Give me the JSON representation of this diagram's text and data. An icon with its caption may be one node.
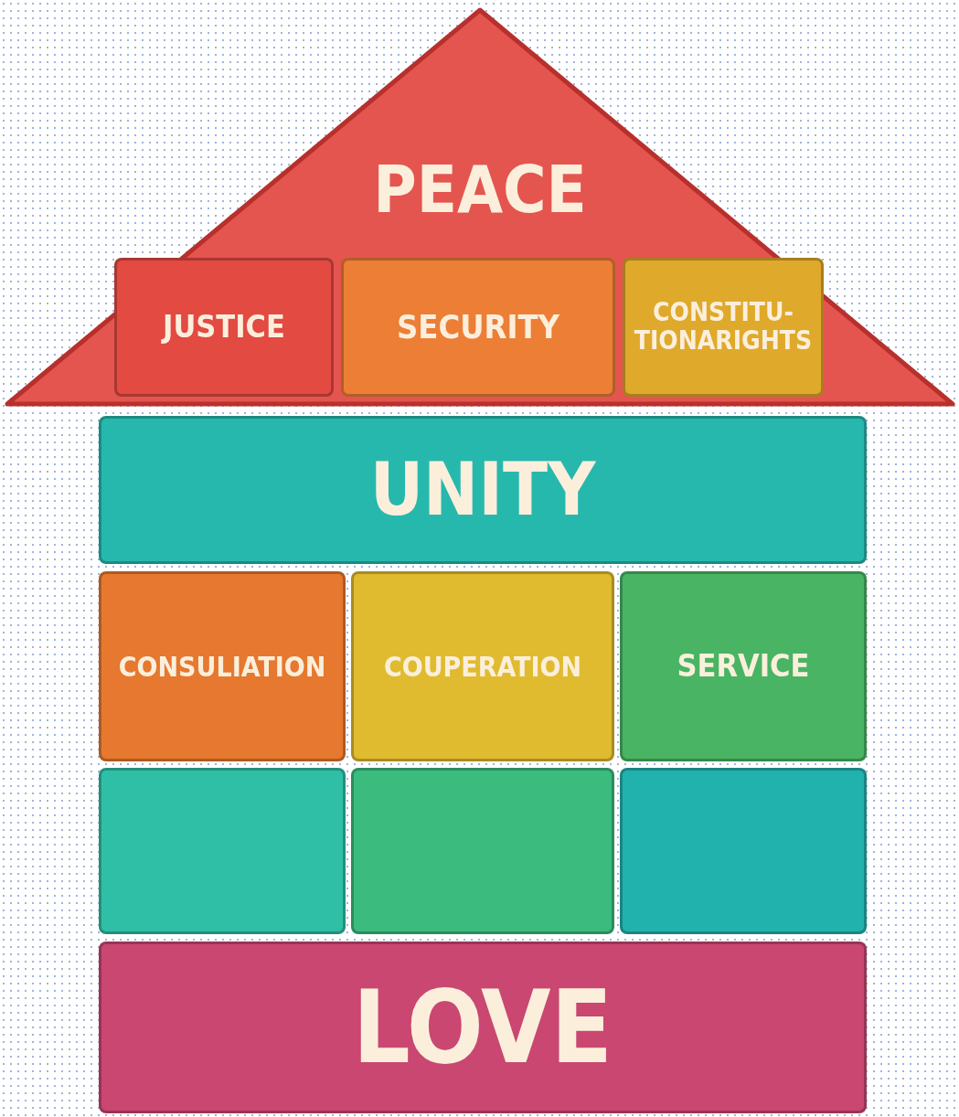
{
  "diagram": {
    "nodes": [
      {
        "text": [
          "PEACE"
        ]
      },
      {
        "text": [
          "JUSTICE"
        ],
        "in": 0
      },
      {
        "text": [
          "SECURITY"
        ],
        "in": 0
      },
      {
        "text": [
          "CONSTITU- TIONARIGHTS"
        ],
        "in": 0
      },
      {
        "text": [
          "UNITY"
        ]
      },
      {
        "text": [
          "CONSULIATION"
        ]
      },
      {
        "text": [
          "COUPERATION"
        ]
      },
      {
        "text": [
          "SERVICE"
        ]
      },
      {
        "text": [],
        "shape": "box"
      },
      {
        "text": [],
        "shape": "box"
      },
      {
        "text": [],
        "shape": "box"
      },
      {
        "text": [
          "LOVE"
        ]
      }
    ],
    "edges": []
  }
}
